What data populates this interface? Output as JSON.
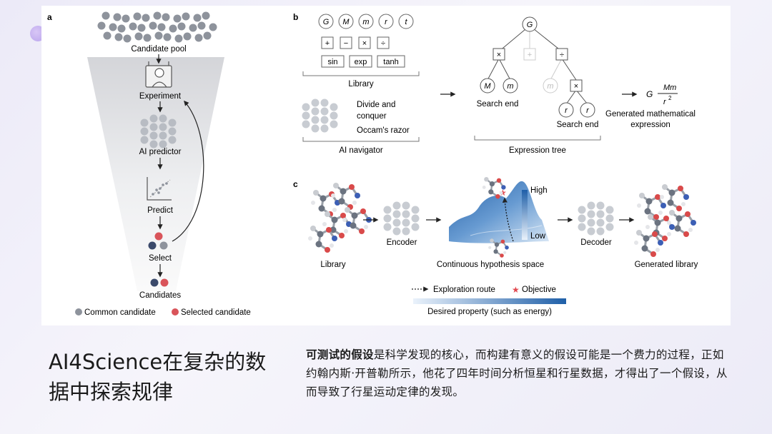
{
  "slide": {
    "title": "AI4Science在复杂的数据中探索规律",
    "body_bold": "可测试的假设",
    "body_rest": "是科学发现的核心，而构建有意义的假设可能是一个费力的过程，正如约翰内斯·开普勒所示，他花了四年时间分析恒星和行星数据，才得出了一个假设，从而导致了行星运动定律的发现。"
  },
  "figure": {
    "panel_a": {
      "label": "a",
      "candidate_pool": "Candidate pool",
      "experiment": "Experiment",
      "ai_predictor": "AI predictor",
      "predict": "Predict",
      "select": "Select",
      "candidates": "Candidates",
      "legend_common": "Common candidate",
      "legend_selected": "Selected candidate"
    },
    "panel_b": {
      "label": "b",
      "symbols": [
        "G",
        "M",
        "m",
        "r",
        "t"
      ],
      "operators": [
        "+",
        "−",
        "×",
        "÷"
      ],
      "functions": [
        "sin",
        "exp",
        "tanh"
      ],
      "library": "Library",
      "divide": "Divide and",
      "conquer": "conquer",
      "occam": "Occam's razor",
      "ai_navigator": "AI navigator",
      "tree_root": "G",
      "tree_op_left": "×",
      "tree_op_mid": "+",
      "tree_op_right": "÷",
      "tree_op_sub": "×",
      "tree_leaf_M": "M",
      "tree_leaf_m": "m",
      "tree_leaf_m_faded": "m",
      "tree_leaf_r1": "r",
      "tree_leaf_r2": "r",
      "search_end_1": "Search end",
      "search_end_2": "Search end",
      "expression_tree": "Expression tree",
      "expr_G": "G",
      "expr_num": "Mm",
      "expr_den": "r",
      "expr_exp": "2",
      "generated_expr_1": "Generated mathematical",
      "generated_expr_2": "expression"
    },
    "panel_c": {
      "label": "c",
      "library": "Library",
      "encoder": "Encoder",
      "space": "Continuous hypothesis space",
      "high": "High",
      "low": "Low",
      "decoder": "Decoder",
      "generated_library": "Generated library",
      "exploration_route": "Exploration route",
      "objective": "Objective",
      "desired_property": "Desired property (such as energy)"
    }
  },
  "colors": {
    "grey_dot": "#8e939c",
    "red_dot": "#d9545a",
    "blue_dot": "#3b4a6b",
    "accent_blue": "#2a6fb3",
    "objective_red": "#e2484f"
  }
}
